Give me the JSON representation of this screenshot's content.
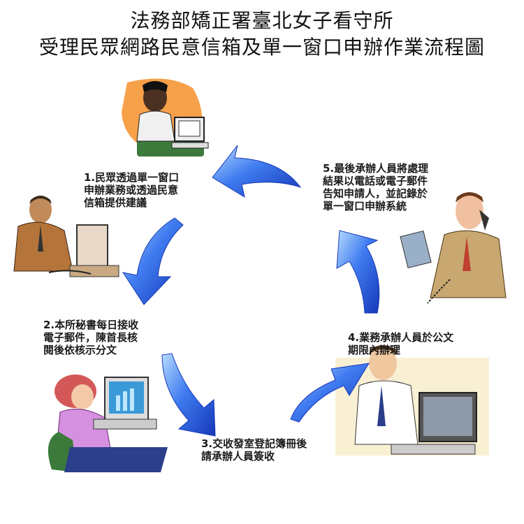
{
  "title": {
    "line1": "法務部矯正署臺北女子看守所",
    "line2": "受理民眾網路民意信箱及單一窗口申辦作業流程圖"
  },
  "steps": [
    {
      "text": "1.民眾透過單一窗口\n申辦業務或透過民意\n信箱提供建議"
    },
    {
      "text": "2.本所秘書每日接收\n電子郵件，陳首長核\n閱後依核示分文"
    },
    {
      "text": "3.交收發室登記簿冊後\n請承辦人員簽收"
    },
    {
      "text": "4.業務承辦人員於公文\n期限內辦理"
    },
    {
      "text": "5.最後承辦人員將處理\n結果以電話或電子郵件\n告知申請人，並記錄於\n單一窗口申辦系統"
    }
  ],
  "colors": {
    "arrow_light": "#8fc3ff",
    "arrow_dark": "#1e4fd6",
    "accent_orange": "#f7a04a"
  }
}
